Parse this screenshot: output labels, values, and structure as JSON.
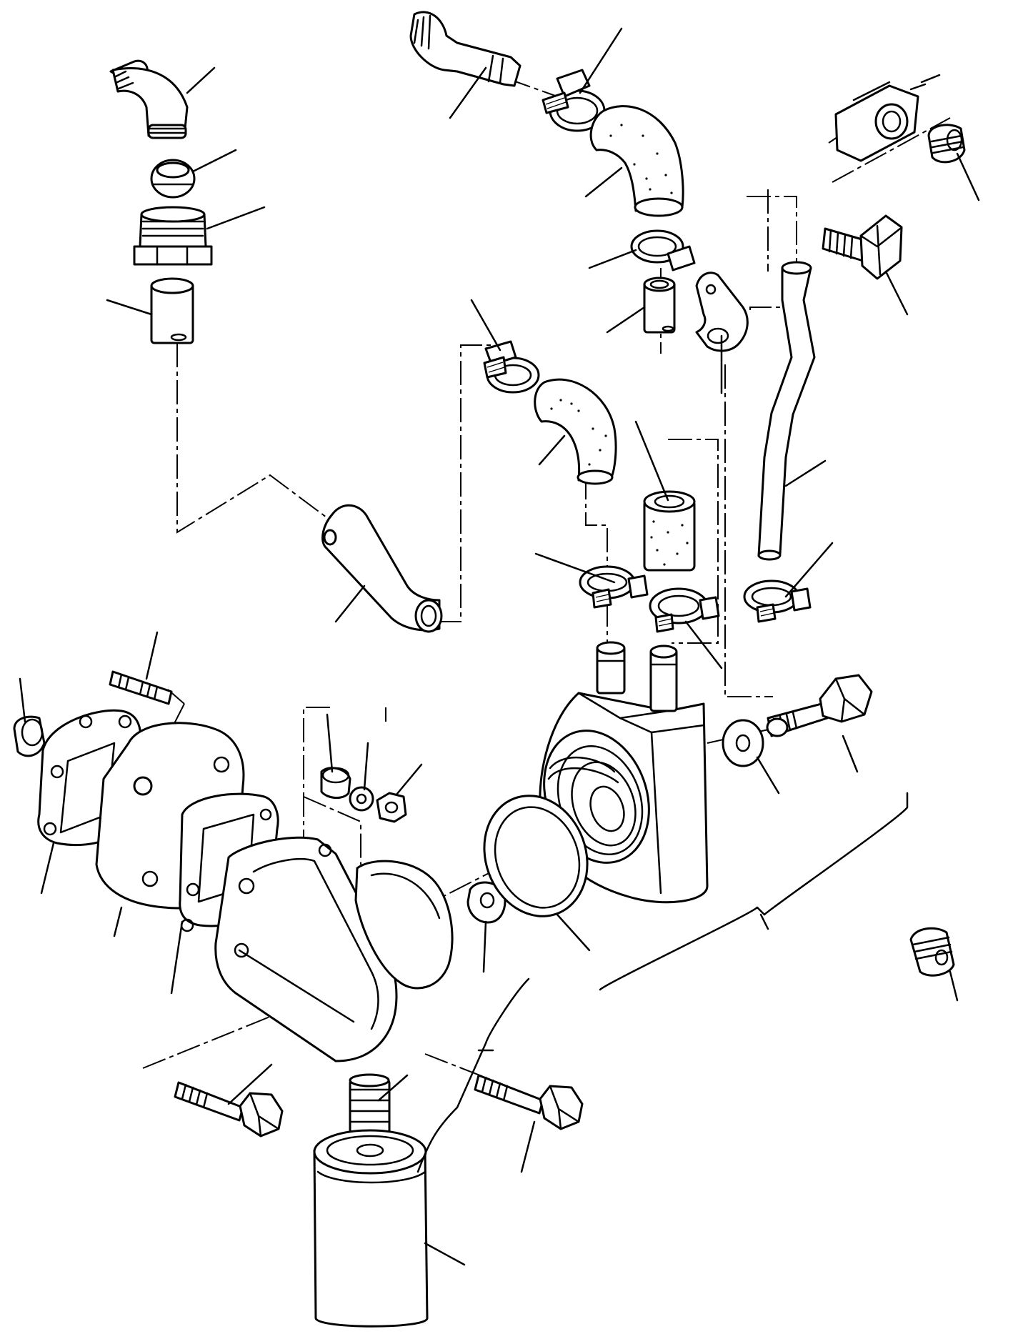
{
  "diagram": {
    "type": "exploded-parts-view",
    "line_color": "#000000",
    "background": "#ffffff",
    "parts": [
      "elbow-fitting",
      "nipple",
      "adapter-nut",
      "short-tube",
      "bent-pipe",
      "tube-stub",
      "hose-clamp-top",
      "elbow-hose-top",
      "clamp-mid",
      "tube-small",
      "bracket-clip",
      "flange-block",
      "plug-top-right",
      "bolt-top-right",
      "clamp-left-mid",
      "elbow-hose-mid",
      "straight-hose",
      "long-pipe",
      "clamp-a",
      "clamp-b",
      "clamp-c",
      "oil-cooler",
      "bolt-right",
      "washer-right",
      "stud",
      "plug-left",
      "gasket-1",
      "adapter-plate",
      "gasket-2",
      "filter-head",
      "cover-plate",
      "spacer",
      "washer-small",
      "nut-small",
      "washer-center",
      "o-ring",
      "bolt-lower-left",
      "bolt-lower-right",
      "filter-nipple",
      "oil-filter",
      "plug-lower-right"
    ]
  }
}
